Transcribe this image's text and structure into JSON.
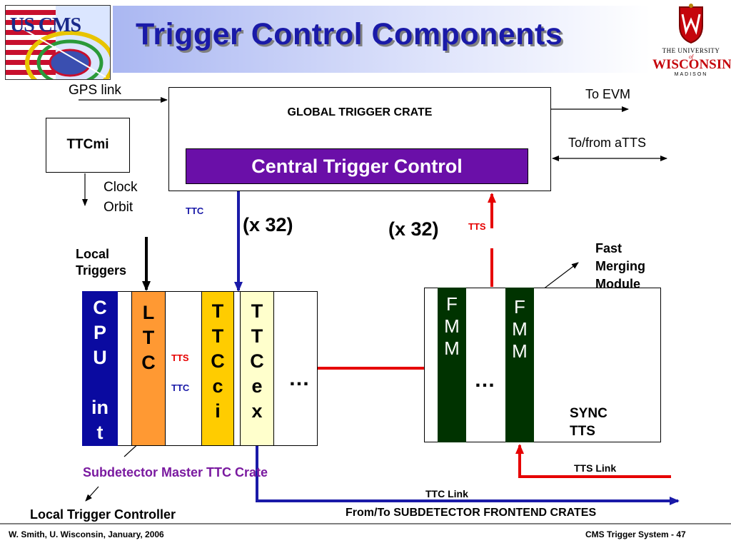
{
  "slide": {
    "title": "Trigger Control Components",
    "footer_left": "W. Smith, U. Wisconsin, January, 2006",
    "footer_right": "CMS Trigger System -  47"
  },
  "logos": {
    "left": {
      "text": "US CMS"
    },
    "right": {
      "line1": "THE UNIVERSITY",
      "line2": "of",
      "line3": "WISCONSIN",
      "line4": "MADISON"
    }
  },
  "diagram": {
    "gps_link": "GPS link",
    "ttcmi": "TTCmi",
    "clock": "Clock",
    "orbit": "Orbit",
    "global_trigger_crate": "GLOBAL TRIGGER CRATE",
    "central_trigger_control": "Central Trigger Control",
    "to_evm": "To EVM",
    "to_from_atts": "To/from aTTS",
    "ttc_top": "TTC",
    "x32_left": "(x 32)",
    "x32_right": "(x 32)",
    "tts_top": "TTS",
    "local_triggers": "Local\nTriggers",
    "fast_merging_module": "Fast\nMerging\nModule",
    "cpu_int": "C\nP\nU",
    "cpu_int2": "in\nt",
    "ltc": "L\nT\nC",
    "ttcci": "T\nT\nC\nc\ni",
    "ttcex": "T\nT\nC\ne\nx",
    "fmm1": "F\nM\nM",
    "fmm2": "F\nM\nM",
    "ellipsis_left": "…",
    "ellipsis_right": "…",
    "tts_inner": "TTS",
    "ttc_inner": "TTC",
    "sync_tts": "SYNC\nTTS",
    "subdetector_master": "Subdetector Master TTC Crate",
    "tts_link": "TTS Link",
    "ttc_link": "TTC Link",
    "from_to_frontend": "From/To SUBDETECTOR FRONTEND CRATES",
    "local_trigger_controller": "Local Trigger Controller"
  },
  "colors": {
    "title": "#1a1aa8",
    "ttc_line": "#1a1aa8",
    "tts_line": "#e60000",
    "central_box": "#6a0fa8",
    "cpu_card": "#0a0aa0",
    "ltc_card": "#ff9933",
    "ttcci_card": "#ffcc00",
    "ttcex_card": "#ffffcc",
    "fmm_card": "#003300",
    "subdetector_label": "#7a1aa0",
    "wisconsin_red": "#c5050c"
  }
}
